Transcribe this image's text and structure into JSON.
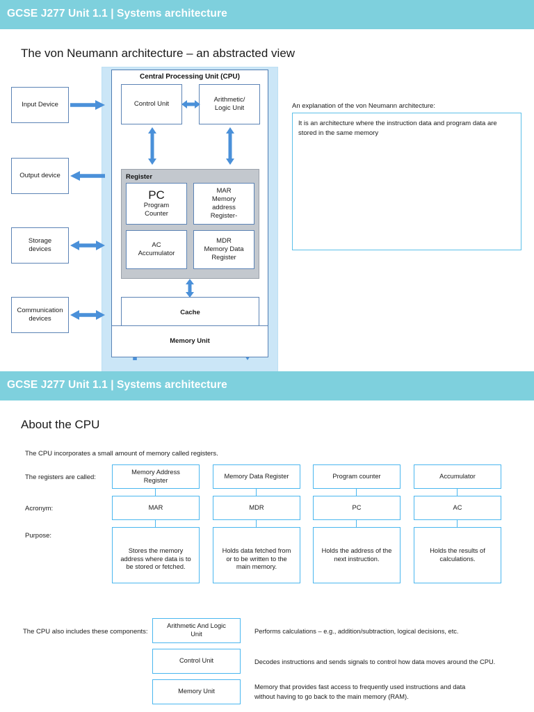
{
  "colors": {
    "banner": "#7ed0dd",
    "arrow": "#4a90d9",
    "panel": "#cbe6f7",
    "register_panel": "#c3c8ce",
    "box_navy_border": "#5b83b5",
    "box_sky_border": "#49b6ef",
    "text": "#1a1a1a",
    "banner_text": "#ffffff"
  },
  "slide1": {
    "banner_title": "GCSE J277 Unit 1.1 | Systems architecture",
    "heading": "The von Neumann architecture – an abstracted view",
    "diagram": {
      "cpu_label": "Central Processing Unit (CPU)",
      "register_label": "Register",
      "control_unit": "Control Unit",
      "alu": "Arithmetic/\nLogic Unit",
      "alu_line1": "Arithmetic/",
      "alu_line2": "Logic Unit",
      "pc_acronym": "PC",
      "pc_name_line1": "Program",
      "pc_name_line2": "Counter",
      "mar_line1": "MAR",
      "mar_line2": "Memory",
      "mar_line3": "address",
      "mar_line4": "Register-",
      "ac_line1": "AC",
      "ac_line2": "Accumulator",
      "mdr_line1": "MDR",
      "mdr_line2": "Memory Data",
      "mdr_line3": "Register",
      "cache": "Cache",
      "memory_unit": "Memory  Unit",
      "devices": [
        {
          "label": "Input Device",
          "arrow": "right"
        },
        {
          "label": "Output device",
          "arrow": "left"
        },
        {
          "label": "Storage\ndevices",
          "line1": "Storage",
          "line2": "devices",
          "arrow": "both"
        },
        {
          "label": "Communication\ndevices",
          "line1": "Communication",
          "line2": "devices",
          "arrow": "both"
        }
      ]
    },
    "explanation": {
      "label": "An explanation of the von Neumann architecture:",
      "answer": "It is an architecture where the instruction data and program data are stored in the same memory"
    }
  },
  "slide2": {
    "banner_title": "GCSE J277 Unit 1.1 | Systems architecture",
    "heading": "About the CPU",
    "intro": "The CPU incorporates a small amount of memory called registers.",
    "row_labels": {
      "names": "The registers are called:",
      "acronyms": "Acronym:",
      "purpose": "Purpose:"
    },
    "registers": [
      {
        "name": "Memory Address Register",
        "name_line1": "Memory Address",
        "name_line2": "Register",
        "acronym": "MAR",
        "purpose": "Stores the memory address where data is to be stored or fetched.",
        "purpose_line1": "Stores the memory",
        "purpose_line2": "address where data is to",
        "purpose_line3": "be stored or fetched."
      },
      {
        "name": "Memory Data Register",
        "name_line1": "Memory Data Register",
        "name_line2": "",
        "acronym": "MDR",
        "purpose": "Holds data fetched from or to be written to the main memory.",
        "purpose_line1": "Holds data fetched from",
        "purpose_line2": "or to be written to the",
        "purpose_line3": "main memory."
      },
      {
        "name": "Program counter",
        "name_line1": "Program counter",
        "name_line2": "",
        "acronym": "PC",
        "purpose": "Holds the address of the next instruction.",
        "purpose_line1": "Holds the address of the",
        "purpose_line2": "next instruction.",
        "purpose_line3": ""
      },
      {
        "name": "Accumulator",
        "name_line1": "Accumulator",
        "name_line2": "",
        "acronym": "AC",
        "purpose": "Holds the results of calculations.",
        "purpose_line1": "Holds the results of",
        "purpose_line2": "calculations.",
        "purpose_line3": ""
      }
    ],
    "components_label": "The CPU also includes these components:",
    "components": [
      {
        "name": "Arithmetic And Logic Unit",
        "name_line1": "Arithmetic And Logic",
        "name_line2": "Unit",
        "description": "Performs calculations – e.g., addition/subtraction, logical decisions, etc.",
        "desc_line1": "Performs calculations – e.g., addition/subtraction, logical decisions, etc.",
        "desc_line2": ""
      },
      {
        "name": "Control Unit",
        "name_line1": "Control Unit",
        "name_line2": "",
        "description": "Decodes instructions and sends signals to control how data moves around the CPU.",
        "desc_line1": "Decodes instructions and sends signals to control how data moves around the CPU.",
        "desc_line2": ""
      },
      {
        "name": "Memory Unit",
        "name_line1": "Memory Unit",
        "name_line2": "",
        "description": "Memory that provides fast access to frequently used instructions and data without having to go back to the main memory (RAM).",
        "desc_line1": "Memory that provides fast access to frequently used instructions and data",
        "desc_line2": "without having to go back to the main memory (RAM)."
      }
    ]
  }
}
